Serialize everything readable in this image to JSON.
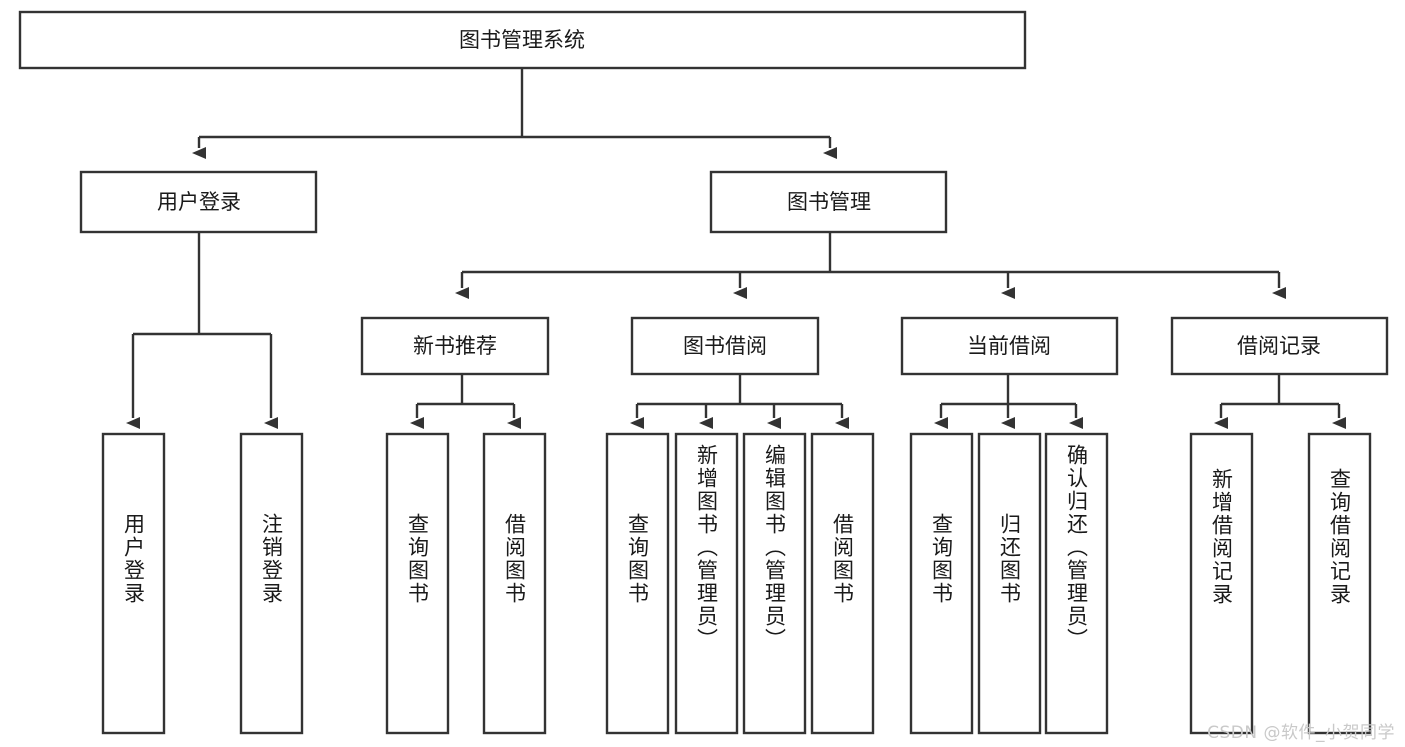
{
  "diagram": {
    "title": "图书管理系统",
    "type": "tree-hierarchy-diagram",
    "accent_color": "#333333",
    "background_color": "#ffffff",
    "root": {
      "label": "图书管理系统"
    },
    "level2": [
      {
        "label": "用户登录"
      },
      {
        "label": "图书管理"
      }
    ],
    "level3": [
      {
        "label": "新书推荐"
      },
      {
        "label": "图书借阅"
      },
      {
        "label": "当前借阅"
      },
      {
        "label": "借阅记录"
      }
    ],
    "leaves": {
      "user_login": [
        {
          "label": "用户登录"
        },
        {
          "label": "注销登录"
        }
      ],
      "new_book_recommend": [
        {
          "label": "查询图书"
        },
        {
          "label": "借阅图书"
        }
      ],
      "book_borrow": [
        {
          "label": "查询图书"
        },
        {
          "label": "新增图书（管理员）"
        },
        {
          "label": "编辑图书（管理员）"
        },
        {
          "label": "借阅图书"
        }
      ],
      "current_borrow": [
        {
          "label": "查询图书"
        },
        {
          "label": "归还图书"
        },
        {
          "label": "确认归还（管理员）"
        }
      ],
      "borrow_record": [
        {
          "label": "新增借阅记录"
        },
        {
          "label": "查询借阅记录"
        }
      ]
    }
  },
  "watermark": {
    "text": "CSDN @软件_小贺同学"
  }
}
